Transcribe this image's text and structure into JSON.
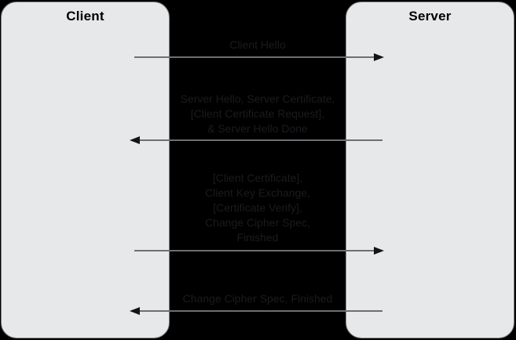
{
  "diagram": {
    "actors": [
      {
        "id": "client",
        "label": "Client"
      },
      {
        "id": "server",
        "label": "Server"
      }
    ],
    "messages": [
      {
        "direction": "right",
        "label": "Client Hello"
      },
      {
        "direction": "left",
        "label": "Server Hello, Server Certificate,\n[Client Certificate Request],\n& Server Hello Done"
      },
      {
        "direction": "right",
        "label": "[Client Certificate],\nClient Key Exchange,\n[Certificate Verify],\nChange Cipher Spec,\nFinished"
      },
      {
        "direction": "left",
        "label": "Change Cipher Spec, Finished"
      }
    ],
    "colors": {
      "background": "#000000",
      "actor_fill": "#e7e8e9",
      "actor_edge": "#7d7e81",
      "actor_text": "#000000",
      "message_text": "#1b1b20",
      "arrow_line": "#6e6f72",
      "arrow_head": "#141417"
    }
  }
}
